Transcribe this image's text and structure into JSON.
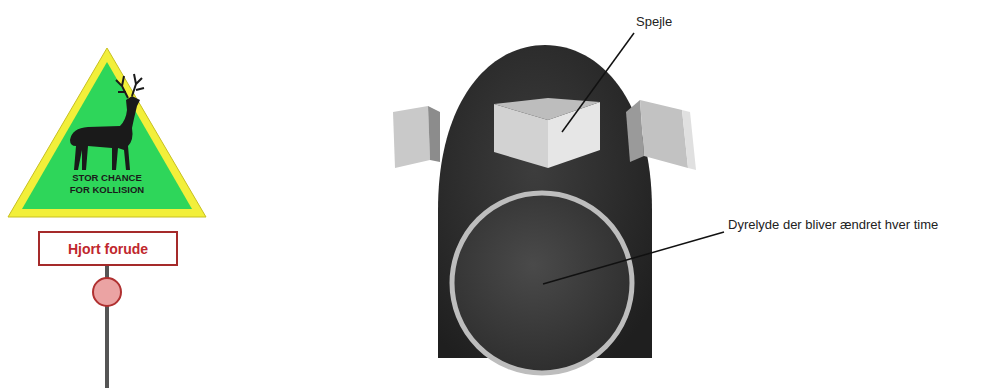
{
  "diagram": {
    "nodes": [
      {
        "text": [
          "STOR CHANCE FOR KOLLISION"
        ]
      },
      {
        "text": [
          "Hjort forude"
        ]
      }
    ],
    "labels": [
      "Spejle",
      "Dyrelyde der bliver ændret hver time"
    ]
  }
}
